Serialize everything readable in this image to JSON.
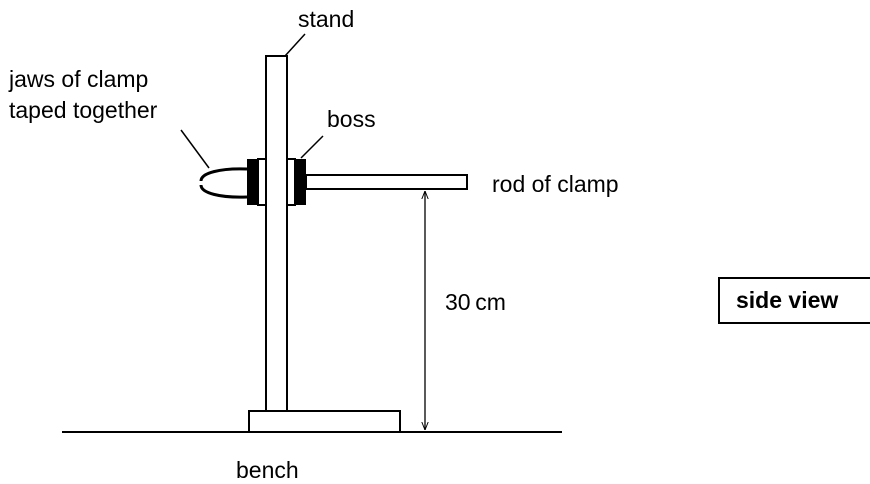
{
  "labels": {
    "stand": "stand",
    "jaws_line1": "jaws of clamp",
    "jaws_line2": "taped together",
    "boss": "boss",
    "rod": "rod of clamp",
    "height": "30 cm",
    "bench": "bench",
    "view": "side view"
  }
}
